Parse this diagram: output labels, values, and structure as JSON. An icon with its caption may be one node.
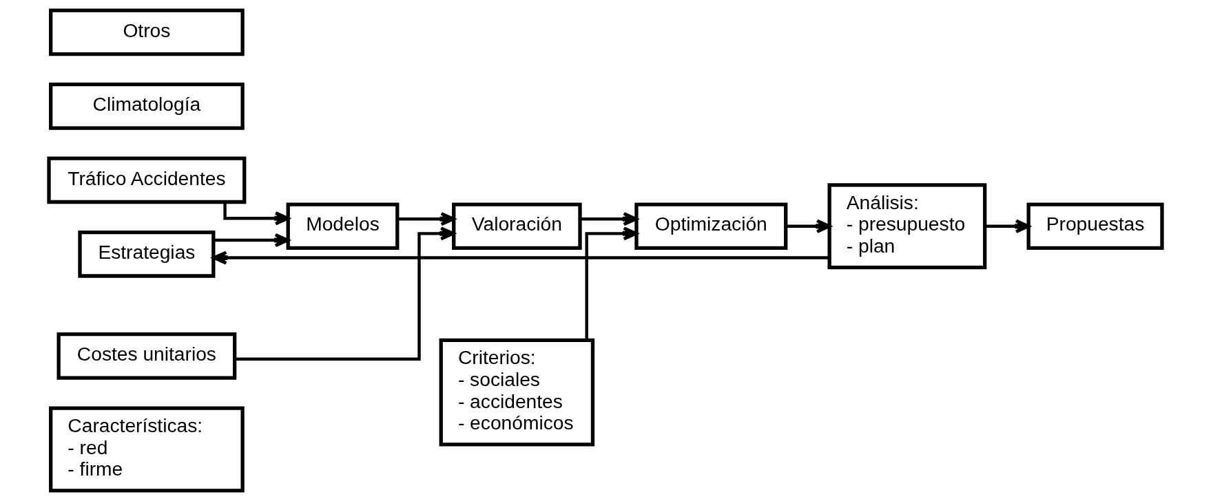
{
  "diagram": {
    "nodes": [
      {
        "text": [
          "Características:",
          "- red",
          "- firme"
        ]
      },
      {
        "text": [
          "Tráfico Accidentes"
        ]
      },
      {
        "text": [
          "Climatología"
        ]
      },
      {
        "text": [
          "Otros"
        ]
      },
      {
        "text": [
          "Costes unitarios"
        ]
      },
      {
        "text": [
          "Estrategias"
        ]
      },
      {
        "text": [
          "Modelos"
        ]
      },
      {
        "text": [
          "Valoración"
        ]
      },
      {
        "text": [
          "Optimización"
        ]
      },
      {
        "text": [
          "Análisis:",
          "- presupuesto",
          "- plan"
        ]
      },
      {
        "text": [
          "Propuestas"
        ]
      },
      {
        "text": [
          "Criterios:",
          "- sociales",
          "- accidentes",
          "- económicos"
        ]
      }
    ],
    "edges": [
      {
        "from": 1,
        "to": 6,
        "arrow": "to"
      },
      {
        "from": 5,
        "to": 6,
        "arrow": "to"
      },
      {
        "from": 6,
        "to": 7,
        "arrow": "to"
      },
      {
        "from": 4,
        "to": 7,
        "arrow": "to"
      },
      {
        "from": 7,
        "to": 8,
        "arrow": "to"
      },
      {
        "from": 11,
        "to": 8,
        "arrow": "to"
      },
      {
        "from": 8,
        "to": 9,
        "arrow": "to"
      },
      {
        "from": 9,
        "to": 10,
        "arrow": "to"
      },
      {
        "from": 9,
        "to": 5,
        "arrow": "to"
      }
    ]
  }
}
